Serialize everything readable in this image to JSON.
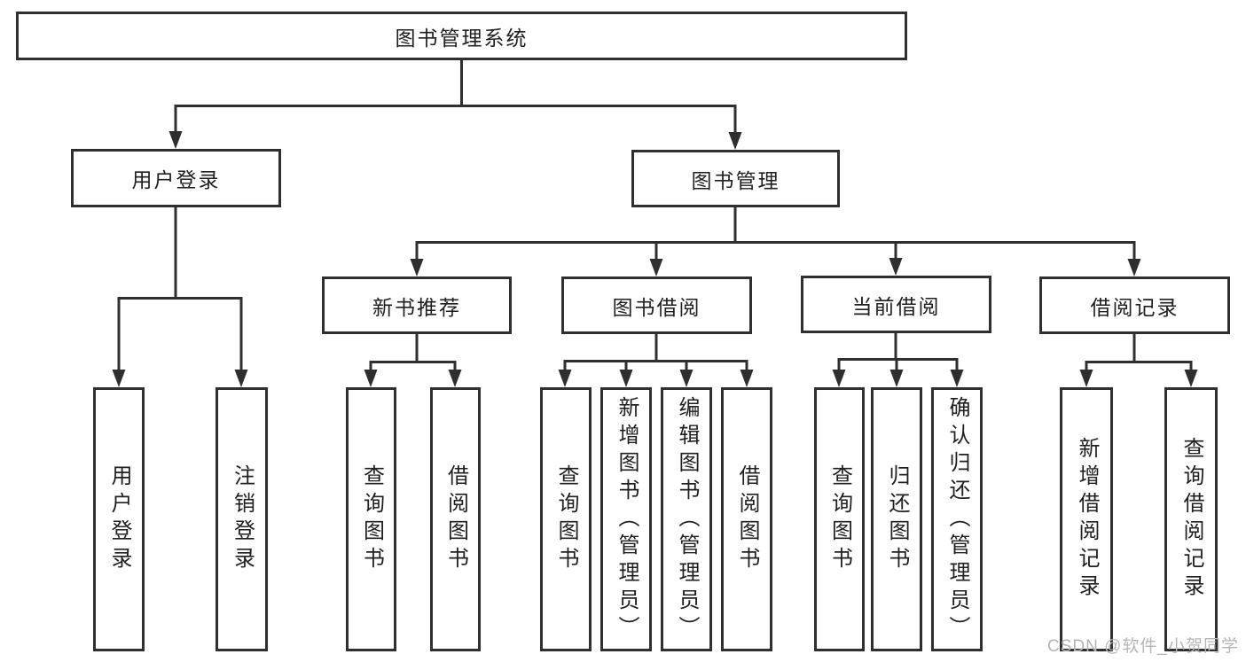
{
  "diagram": {
    "root": {
      "label": "图书管理系统"
    },
    "branches": {
      "user_login": {
        "label": "用户登录",
        "children": [
          {
            "label": "用户登录"
          },
          {
            "label": "注销登录"
          }
        ]
      },
      "book_management": {
        "label": "图书管理",
        "children": {
          "new_book_recommend": {
            "label": "新书推荐",
            "children": [
              {
                "label": "查询图书"
              },
              {
                "label": "借阅图书"
              }
            ]
          },
          "book_borrow": {
            "label": "图书借阅",
            "children": [
              {
                "label": "查询图书"
              },
              {
                "label": "新增图书（管理员）"
              },
              {
                "label": "编辑图书（管理员）"
              },
              {
                "label": "借阅图书"
              }
            ]
          },
          "current_borrow": {
            "label": "当前借阅",
            "children": [
              {
                "label": "查询图书"
              },
              {
                "label": "归还图书"
              },
              {
                "label": "确认归还（管理员）"
              }
            ]
          },
          "borrow_records": {
            "label": "借阅记录",
            "children": [
              {
                "label": "新增借阅记录"
              },
              {
                "label": "查询借阅记录"
              }
            ]
          }
        }
      }
    }
  },
  "watermark": {
    "text": "CSDN @软件_小贺同学"
  },
  "colors": {
    "background": "#ffffff",
    "line": "#2f2f2f",
    "text": "#1f1f1f",
    "watermark": "#b5b5b5"
  }
}
